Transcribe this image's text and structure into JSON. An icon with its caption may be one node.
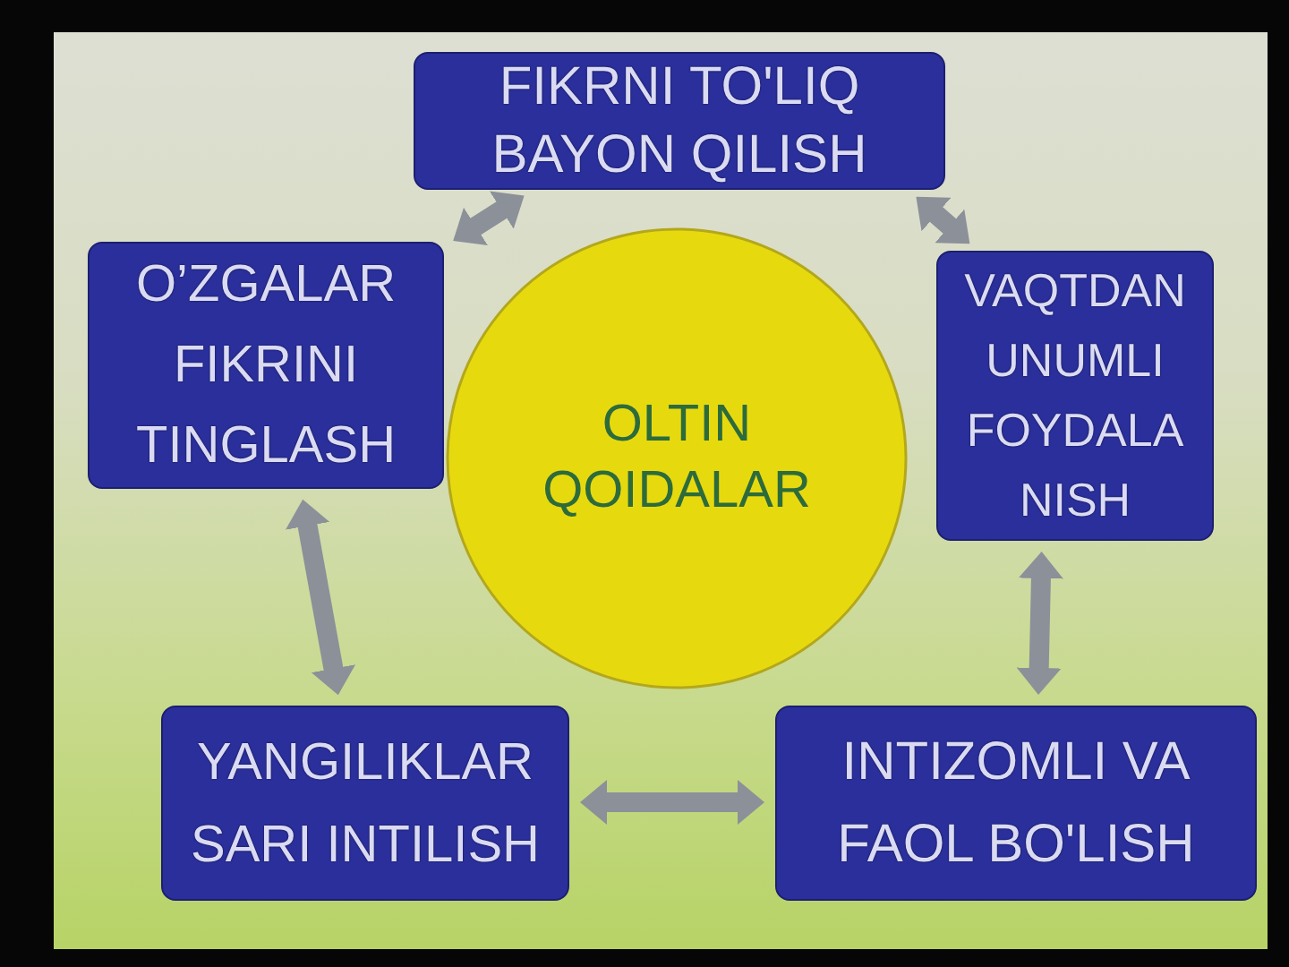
{
  "diagram": {
    "nodes": [
      {
        "text": [
          "FIKRNI TO'LIQ BAYON QILISH"
        ]
      },
      {
        "text": [
          "O’ZGALAR FIKRINI TINGLASH"
        ]
      },
      {
        "text": [
          "OLTIN QOIDALAR"
        ]
      },
      {
        "text": [
          "VAQTDAN UNUMLI FOYDALA NISH"
        ]
      },
      {
        "text": [
          "YANGILIKLAR SARI INTILISH"
        ]
      },
      {
        "text": [
          "INTIZOMLI VA FAOL BO'LISH"
        ]
      }
    ],
    "edges": [
      {
        "from": 0,
        "to": 3,
        "arrow": "both"
      },
      {
        "from": 3,
        "to": 5,
        "arrow": "both"
      },
      {
        "from": 5,
        "to": 4,
        "arrow": "both"
      },
      {
        "from": 4,
        "to": 1,
        "arrow": "both"
      },
      {
        "from": 1,
        "to": 0,
        "arrow": "both"
      }
    ]
  }
}
